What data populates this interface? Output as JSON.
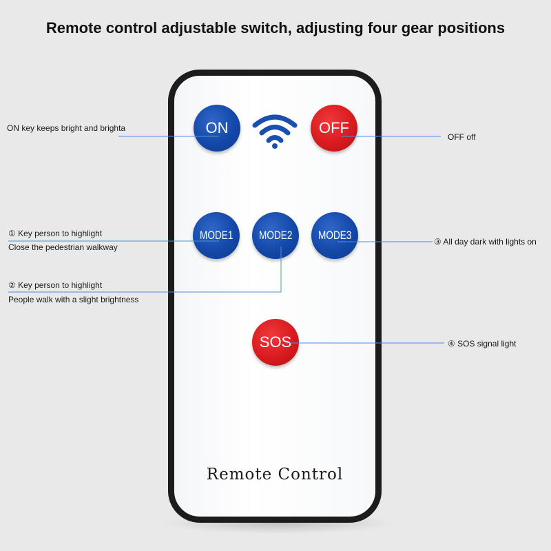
{
  "headline": "Remote control adjustable switch, adjusting four gear positions",
  "remote": {
    "label": "Remote Control",
    "buttons": {
      "on": "ON",
      "off": "OFF",
      "mode1": "MODE1",
      "mode2": "MODE2",
      "mode3": "MODE3",
      "sos": "SOS"
    }
  },
  "notes": {
    "on": "ON key keeps bright and brighta",
    "off": "OFF off",
    "mode1_line1": "① Key person to highlight",
    "mode1_line2": "Close the pedestrian walkway",
    "mode2_line1": "② Key person to highlight",
    "mode2_line2": "People walk with a slight brightness",
    "mode3": "③ All day dark with lights on",
    "sos": "④ SOS signal light"
  },
  "colors": {
    "blue_button": "#1448a8",
    "red_button": "#d81b1e",
    "leader_line": "#4a90d9",
    "remote_frame": "#1c1c1c"
  },
  "icons": {
    "signal": "wifi-signal-icon"
  }
}
